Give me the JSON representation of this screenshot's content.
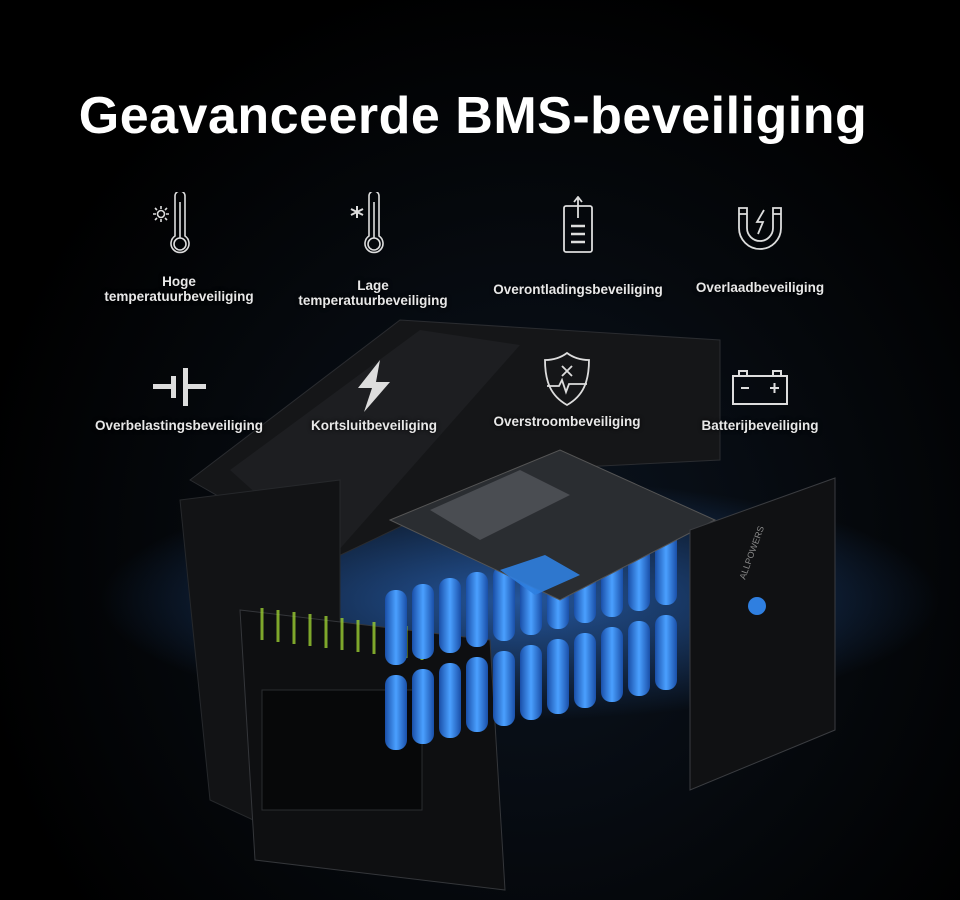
{
  "title": "Geavanceerde BMS-beveiliging",
  "features": [
    {
      "icon": "thermometer-sun-icon",
      "label_line1": "Hoge",
      "label_line2": "temperatuurbeveiliging"
    },
    {
      "icon": "thermometer-snowflake-icon",
      "label_line1": "Lage",
      "label_line2": "temperatuurbeveiliging"
    },
    {
      "icon": "battery-discharge-icon",
      "label": "Overontladingsbeveiliging"
    },
    {
      "icon": "magnet-lightning-icon",
      "label": "Overlaadbeveiliging"
    },
    {
      "icon": "capacitor-icon",
      "label": "Overbelastingsbeveiliging"
    },
    {
      "icon": "lightning-bolt-icon",
      "label": "Kortsluitbeveiliging"
    },
    {
      "icon": "shield-pulse-icon",
      "label": "Overstroombeveiliging"
    },
    {
      "icon": "car-battery-icon",
      "label": "Batterijbeveiliging"
    }
  ],
  "product": {
    "brand": "ALLPOWERS"
  },
  "colors": {
    "background": "#000000",
    "text": "#ffffff",
    "cells": "#2f7fe0",
    "glow": "#3a8bff"
  }
}
